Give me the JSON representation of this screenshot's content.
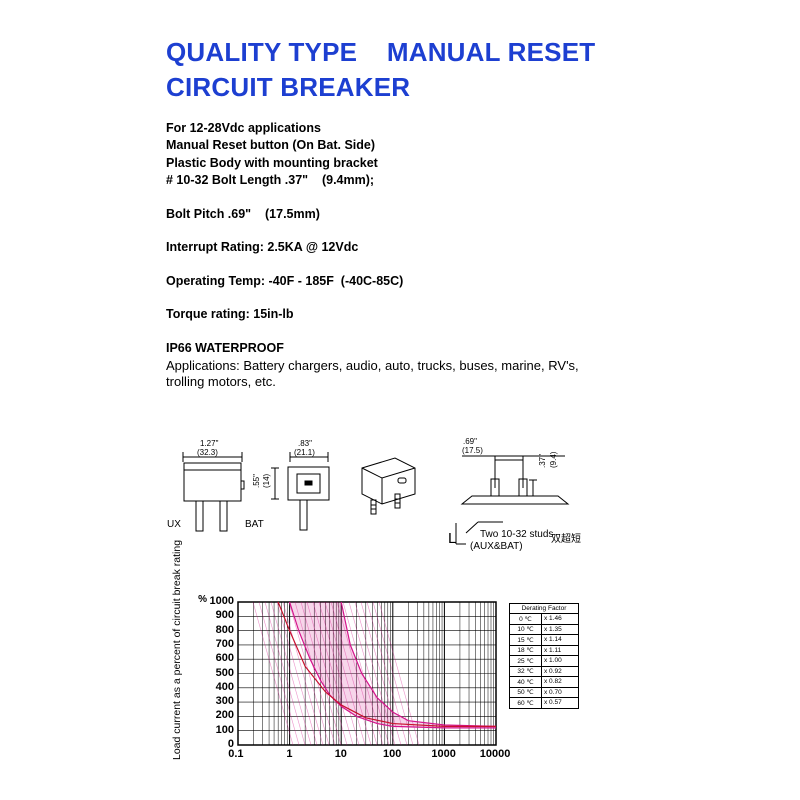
{
  "title": {
    "line1": "QUALITY TYPE    MANUAL RESET",
    "line2": "CIRCUIT BREAKER"
  },
  "specs": {
    "s1": "For 12-28Vdc applications",
    "s2": "Manual Reset button (On Bat. Side)",
    "s3": "Plastic Body with mounting bracket",
    "s4": "# 10-32 Bolt Length .37\"    (9.4mm);",
    "s5": "Bolt Pitch .69\"    (17.5mm)",
    "s6": "Interrupt Rating: 2.5KA @ 12Vdc",
    "s7": "Operating Temp: -40F - 185F  (-40C-85C)",
    "s8": "Torque rating: 15in-lb",
    "s9": "IP66 WATERPROOF"
  },
  "applications": "Applications: Battery chargers, audio, auto, trucks, buses, marine, RV's, trolling motors, etc.",
  "drawing": {
    "d1_top": "1.27\"",
    "d1_bot": "(32.3)",
    "d2_top": ".83\"",
    "d2_bot": "(21.1)",
    "d3_top": ".55\"",
    "d3_bot": "(14)",
    "d4_top": ".69\"",
    "d4_bot": "(17.5)",
    "d5_top": ".37\"",
    "d5_bot": "(9.4)",
    "aux_label": "UX",
    "bat_label": "BAT",
    "l_mark": "L",
    "studs_line1": "Two 10-32 studs",
    "studs_line2": "(AUX&BAT)",
    "cjk_note": "双超短"
  },
  "chart_data": {
    "type": "line",
    "title": "",
    "xlabel": "",
    "ylabel": "Load current as a percent of circuit break rating",
    "y_unit": "%",
    "y_ticks": [
      "1000",
      "900",
      "800",
      "700",
      "600",
      "500",
      "400",
      "300",
      "200",
      "100",
      "0"
    ],
    "x_ticks": [
      "0.1",
      "1",
      "10",
      "100",
      "1000",
      "10000"
    ],
    "x_scale": "log",
    "xlim": [
      0.1,
      10000
    ],
    "ylim": [
      0,
      1000
    ],
    "grid": true,
    "series": [
      {
        "color": "#d4148c",
        "x": [
          1,
          1.5,
          2.5,
          4,
          6,
          10,
          20,
          50,
          100,
          1000,
          10000
        ],
        "y": [
          1000,
          800,
          600,
          450,
          350,
          270,
          200,
          150,
          130,
          120,
          120
        ]
      },
      {
        "color": "#d4148c",
        "x": [
          10,
          15,
          25,
          50,
          100,
          200,
          1000,
          10000
        ],
        "y": [
          1000,
          700,
          500,
          330,
          230,
          170,
          140,
          130
        ]
      },
      {
        "color": "#c8102e",
        "x": [
          0.6,
          1,
          2,
          5,
          10,
          30,
          100,
          1000,
          10000
        ],
        "y": [
          1000,
          800,
          550,
          370,
          280,
          190,
          150,
          130,
          130
        ]
      }
    ],
    "derating": {
      "title": "Derating Factor",
      "rows": [
        {
          "temp": "0 ℃",
          "factor": "x 1.46"
        },
        {
          "temp": "10 ℃",
          "factor": "x 1.35"
        },
        {
          "temp": "15 ℃",
          "factor": "x 1.14"
        },
        {
          "temp": "18 ℃",
          "factor": "x 1.11"
        },
        {
          "temp": "25 ℃",
          "factor": "x 1.00"
        },
        {
          "temp": "32 ℃",
          "factor": "x 0.92"
        },
        {
          "temp": "40 ℃",
          "factor": "x 0.82"
        },
        {
          "temp": "50 ℃",
          "factor": "x 0.70"
        },
        {
          "temp": "60 ℃",
          "factor": "x 0.57"
        }
      ]
    }
  }
}
